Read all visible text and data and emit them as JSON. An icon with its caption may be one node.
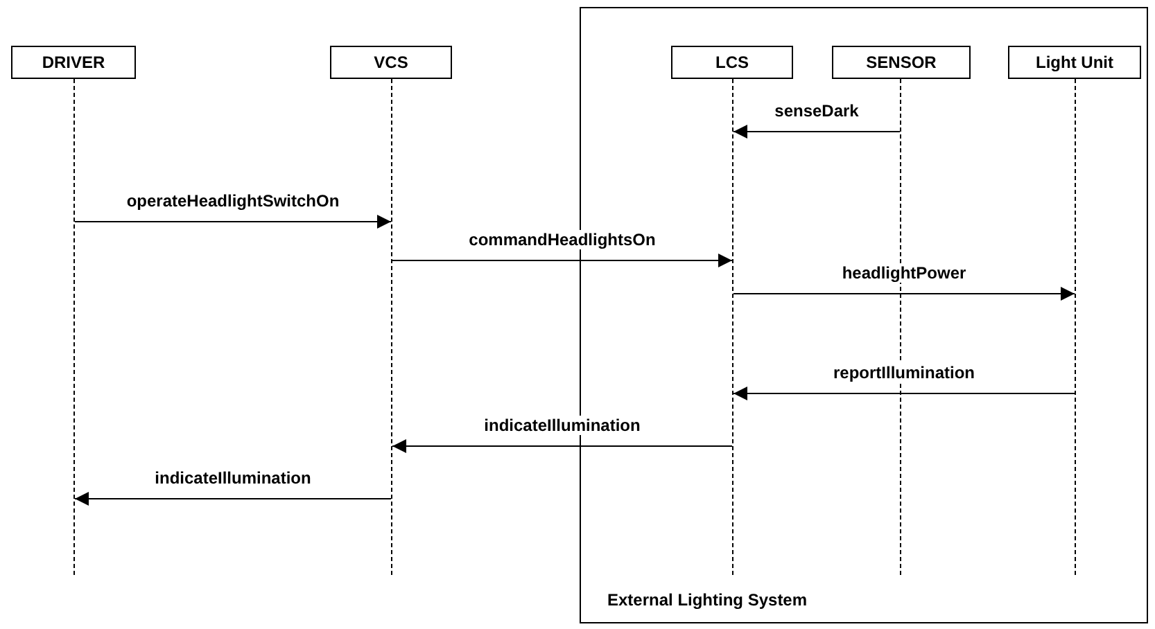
{
  "diagram": {
    "nodes": [
      {
        "text": [
          "DRIVER"
        ]
      },
      {
        "text": [
          "VCS"
        ]
      },
      {
        "text": [
          "External Lighting System"
        ]
      },
      {
        "text": [
          "LCS"
        ],
        "in": 2
      },
      {
        "text": [
          "SENSOR"
        ],
        "in": 2
      },
      {
        "text": [
          "Light Unit"
        ],
        "in": 2
      },
      {
        "text": [],
        "shape": "line"
      },
      {
        "text": [],
        "shape": "line"
      },
      {
        "text": [],
        "shape": "line",
        "in": 2
      },
      {
        "text": [],
        "shape": "line",
        "in": 2
      },
      {
        "text": [],
        "shape": "line",
        "in": 2
      }
    ],
    "edges": [
      {
        "from": 9,
        "to": 8,
        "arrow": "to",
        "label": "senseDark"
      },
      {
        "from": 6,
        "to": 7,
        "arrow": "to",
        "label": "operateHeadlightSwitchOn"
      },
      {
        "from": 7,
        "to": 8,
        "arrow": "to",
        "label": "commandHeadlightsOn"
      },
      {
        "from": 8,
        "to": 10,
        "arrow": "to",
        "label": "headlightPower"
      },
      {
        "from": 10,
        "to": 8,
        "arrow": "to",
        "label": "reportIllumination"
      },
      {
        "from": 8,
        "to": 7,
        "arrow": "to",
        "label": "indicateIllumination"
      },
      {
        "from": 7,
        "to": 6,
        "arrow": "to",
        "label": "indicateIllumination"
      }
    ]
  }
}
